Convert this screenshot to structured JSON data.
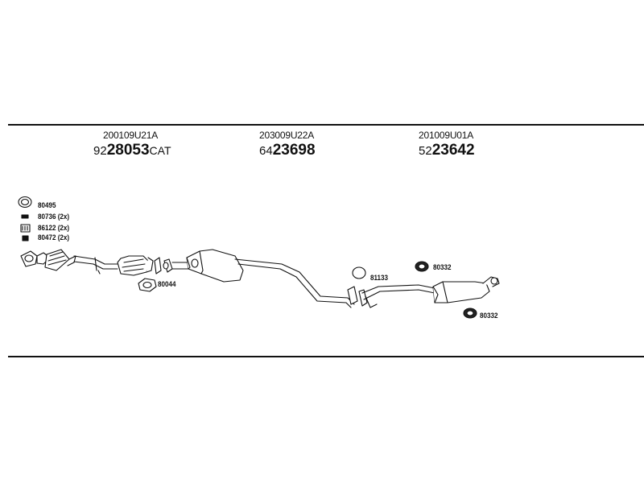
{
  "header": {
    "groups": [
      {
        "oem": "200109U21A",
        "prefix": "92",
        "main": "28053",
        "suffix": "CAT"
      },
      {
        "oem": "203009U22A",
        "prefix": "64",
        "main": "23698",
        "suffix": ""
      },
      {
        "oem": "201009U01A",
        "prefix": "52",
        "main": "23642",
        "suffix": ""
      }
    ]
  },
  "parts": {
    "p80495": "80495",
    "p80736": "80736 (2x)",
    "p86122": "86122 (2x)",
    "p80472": "80472 (2x)",
    "p80044": "80044",
    "p81133": "81133",
    "p80332a": "80332",
    "p80332b": "80332"
  }
}
